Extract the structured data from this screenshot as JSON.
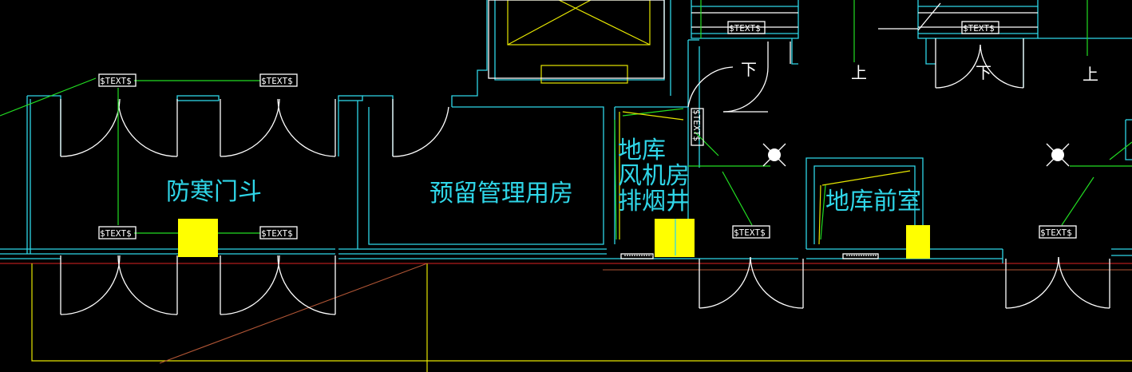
{
  "drawing": {
    "background": "#000000",
    "colors": {
      "wall": "#2fd6e8",
      "door": "#ffffff",
      "wire": "#22dd22",
      "column": "#ffff00",
      "axis": "#dd2222"
    },
    "rooms": [
      {
        "name": "room-fanghan",
        "label": "防寒门斗"
      },
      {
        "name": "room-yuliu",
        "label": "预留管理用房"
      },
      {
        "name": "room-fengji-1",
        "label": "地库"
      },
      {
        "name": "room-fengji-2",
        "label": "风机房"
      },
      {
        "name": "room-fengji-3",
        "label": "排烟井"
      },
      {
        "name": "room-qianshi",
        "label": "地库前室"
      }
    ],
    "tag_text": "$TEXT$",
    "stair_labels": [
      "下",
      "上",
      "下",
      "上"
    ]
  }
}
